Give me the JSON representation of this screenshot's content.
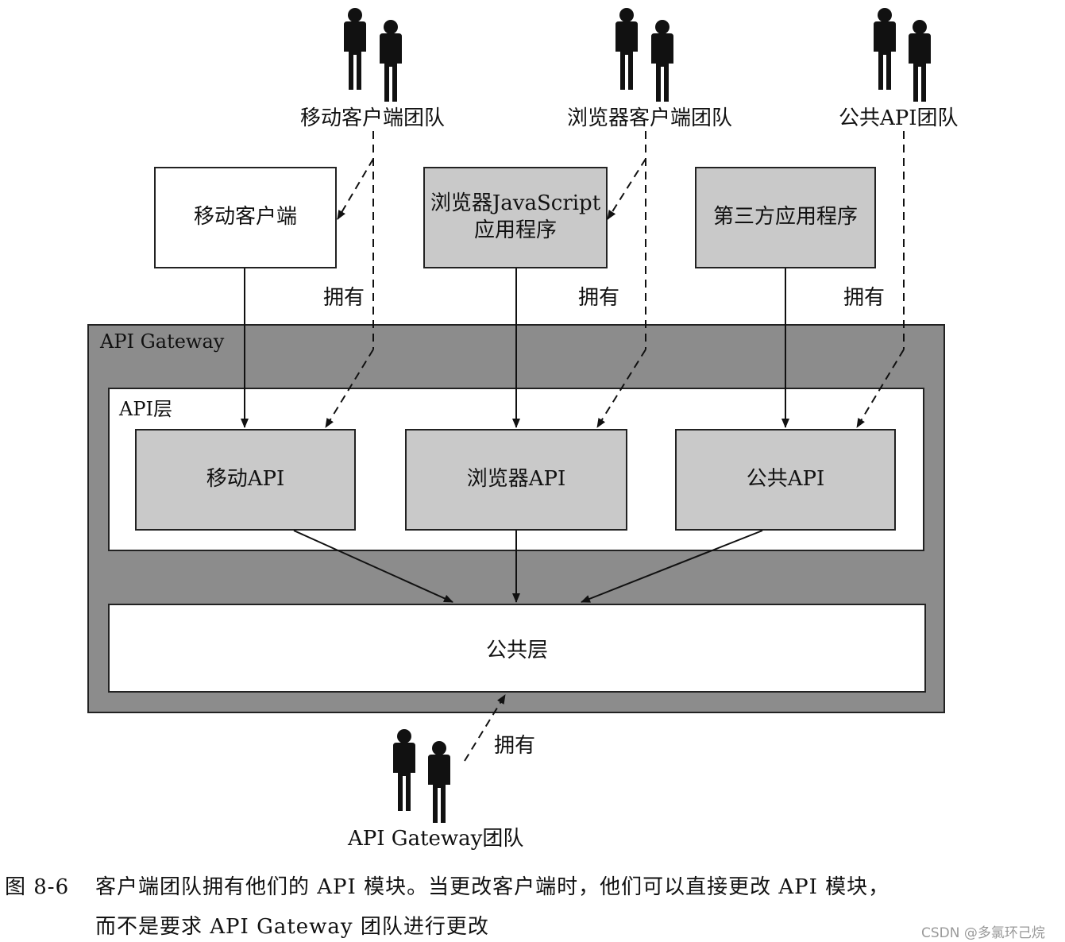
{
  "teams": {
    "mobile": "移动客户端团队",
    "browser": "浏览器客户端团队",
    "public": "公共API团队",
    "gateway": "API Gateway团队"
  },
  "clients": {
    "mobile": "移动客户端",
    "browser": "浏览器JavaScript\n应用程序",
    "third_party": "第三方应用程序"
  },
  "owns_label": "拥有",
  "gateway": {
    "title": "API Gateway",
    "api_layer_label": "API层",
    "apis": {
      "mobile": "移动API",
      "browser": "浏览器API",
      "public": "公共API"
    },
    "common_layer": "公共层"
  },
  "caption": {
    "figure_number": "图 8-6",
    "line1": "客户端团队拥有他们的 API 模块。当更改客户端时，他们可以直接更改 API 模块，",
    "line2": "而不是要求 API Gateway 团队进行更改"
  },
  "watermark": "CSDN @多氯环己烷",
  "icons": [
    "people-icon"
  ]
}
